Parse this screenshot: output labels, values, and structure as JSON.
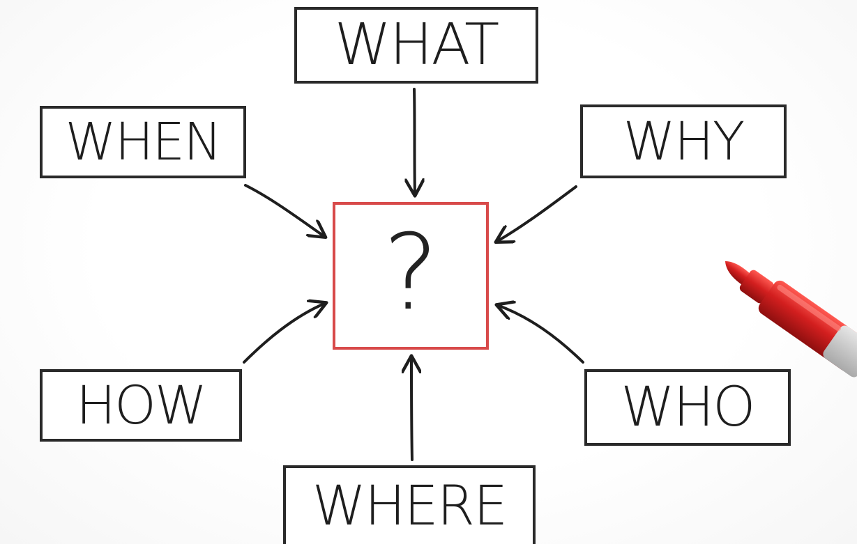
{
  "center": {
    "symbol": "?",
    "border_color": "#d84a4a"
  },
  "words": {
    "what": "WHAT",
    "when": "WHEN",
    "why": "WHY",
    "how": "HOW",
    "who": "WHO",
    "where": "WHERE"
  },
  "arrows": [
    {
      "from": "WHAT",
      "to": "?"
    },
    {
      "from": "WHEN",
      "to": "?"
    },
    {
      "from": "WHY",
      "to": "?"
    },
    {
      "from": "HOW",
      "to": "?"
    },
    {
      "from": "WHO",
      "to": "?"
    },
    {
      "from": "WHERE",
      "to": "?"
    }
  ],
  "colors": {
    "ink": "#1e1e1e",
    "accent_red": "#d84a4a",
    "marker_red": "#d31f1f"
  },
  "decorations": {
    "marker_icon": "red-marker-pen-icon"
  }
}
